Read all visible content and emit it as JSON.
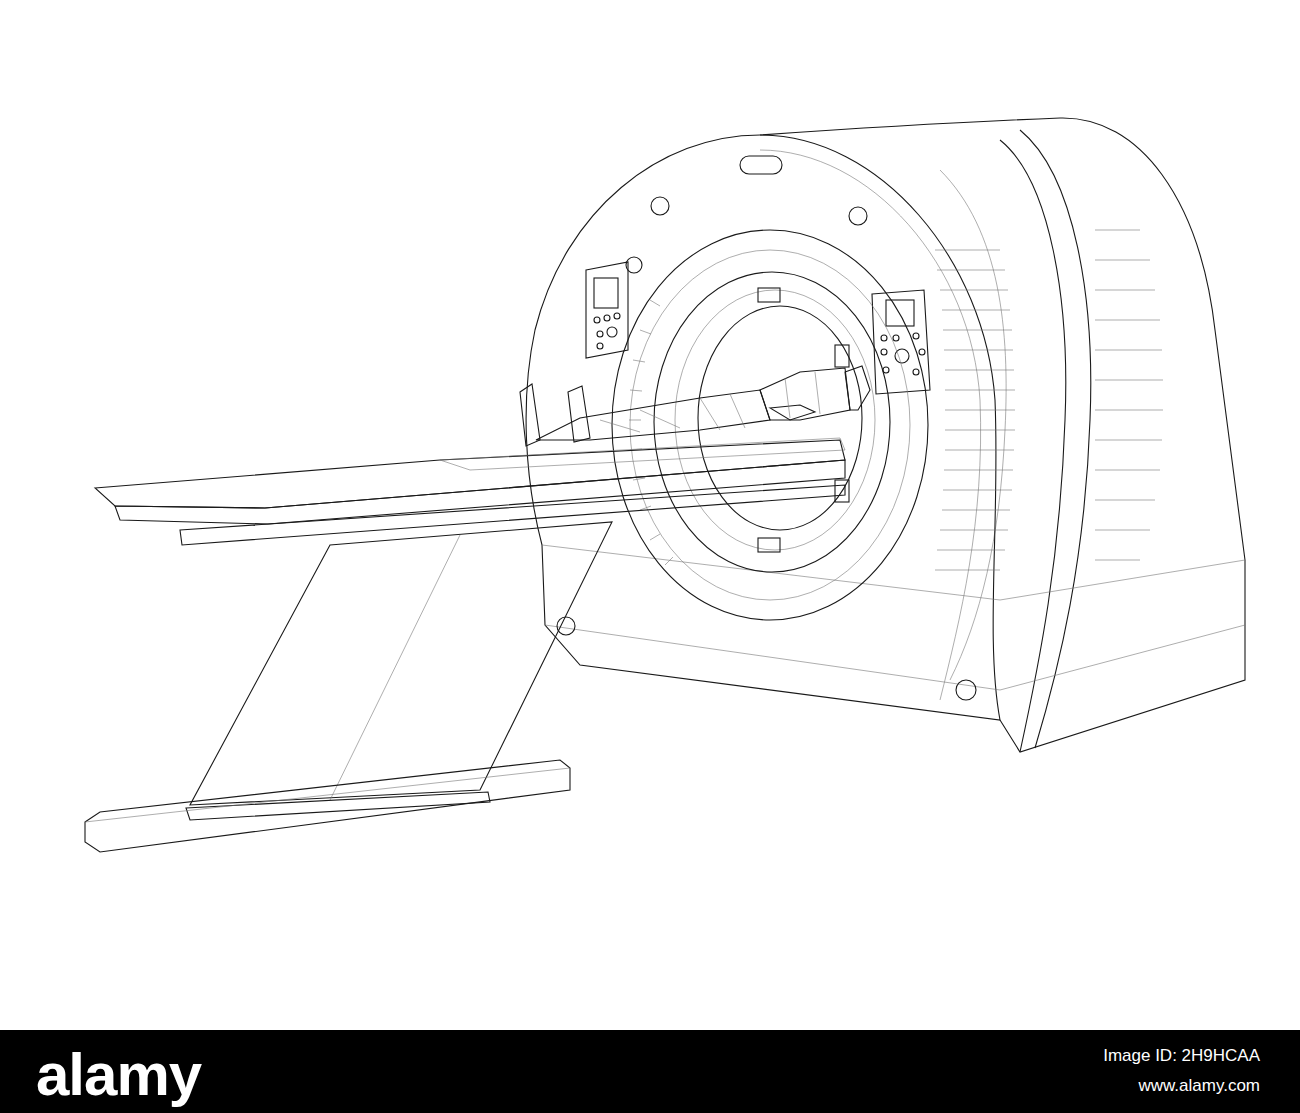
{
  "diagram": {
    "labels": [
      "alamy",
      "Image ID: 2H9HCAA",
      "www.alamy.com"
    ]
  }
}
